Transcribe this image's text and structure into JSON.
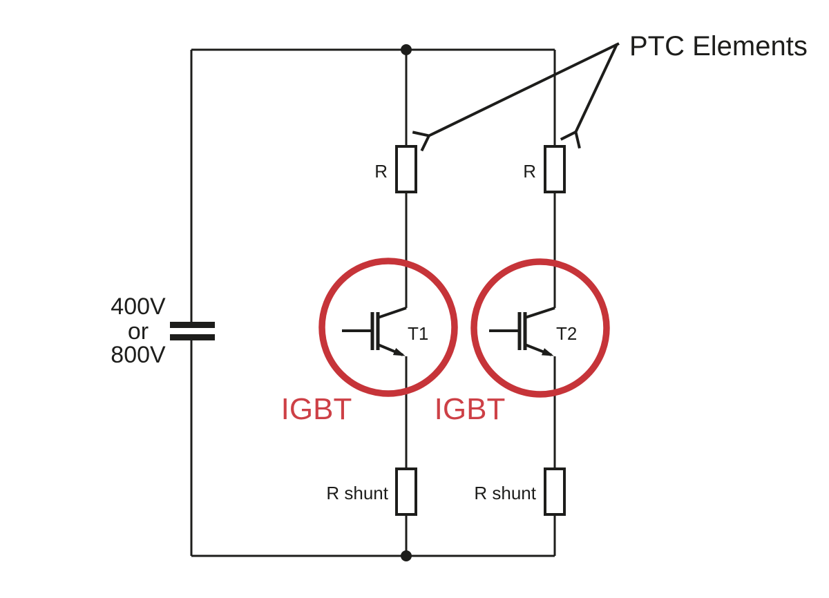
{
  "diagram": {
    "annotation": {
      "ptc_elements_label": "PTC Elements"
    },
    "dc_source": {
      "voltage_line1": "400V",
      "voltage_line2": "or",
      "voltage_line3": "800V"
    },
    "branch1": {
      "ptc_resistor_label": "R",
      "transistor_label": "T1",
      "igbt_label": "IGBT",
      "shunt_resistor_label": "R shunt"
    },
    "branch2": {
      "ptc_resistor_label": "R",
      "transistor_label": "T2",
      "igbt_label": "IGBT",
      "shunt_resistor_label": "R shunt"
    },
    "colors": {
      "wire": "#1d1d1b",
      "highlight_red": "#c63439",
      "igbt_text_red": "#cd4046",
      "background": "#ffffff"
    }
  }
}
